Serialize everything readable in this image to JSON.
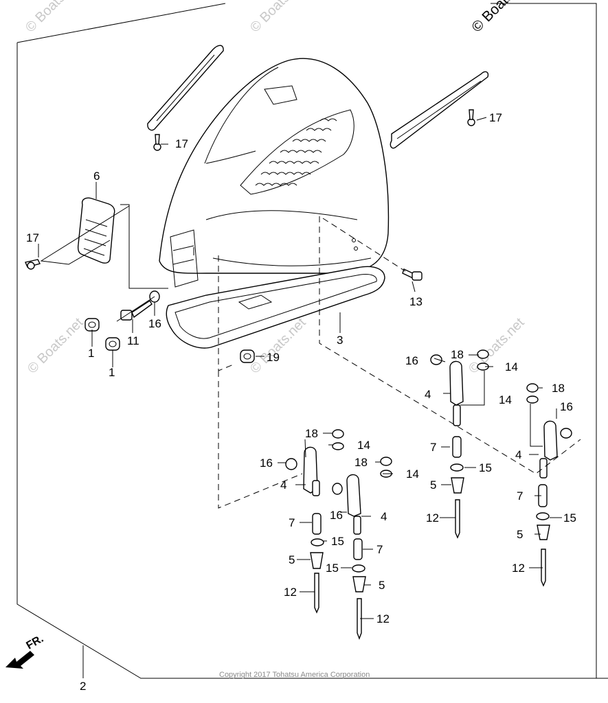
{
  "watermark": {
    "corner_text": "© Boats",
    "faint_text": "© Boats.net"
  },
  "copyright": "Copyright 2017 Tohatsu America Corporation",
  "direction_label": "FR.",
  "callouts": {
    "c1a": "1",
    "c1b": "1",
    "c2": "2",
    "c3": "3",
    "c4a": "4",
    "c4b": "4",
    "c4c": "4",
    "c4d": "4",
    "c5a": "5",
    "c5b": "5",
    "c5c": "5",
    "c5d": "5",
    "c6": "6",
    "c7a": "7",
    "c7b": "7",
    "c7c": "7",
    "c7d": "7",
    "c11": "11",
    "c12a": "12",
    "c12b": "12",
    "c12c": "12",
    "c12d": "12",
    "c13": "13",
    "c14a": "14",
    "c14b": "14",
    "c14c": "14",
    "c14d": "14",
    "c15a": "15",
    "c15b": "15",
    "c15c": "15",
    "c15d": "15",
    "c16a": "16",
    "c16b": "16",
    "c16c": "16",
    "c16d": "16",
    "c16e": "16",
    "c17a": "17",
    "c17b": "17",
    "c17c": "17",
    "c18a": "18",
    "c18b": "18",
    "c18c": "18",
    "c18d": "18",
    "c19": "19"
  }
}
